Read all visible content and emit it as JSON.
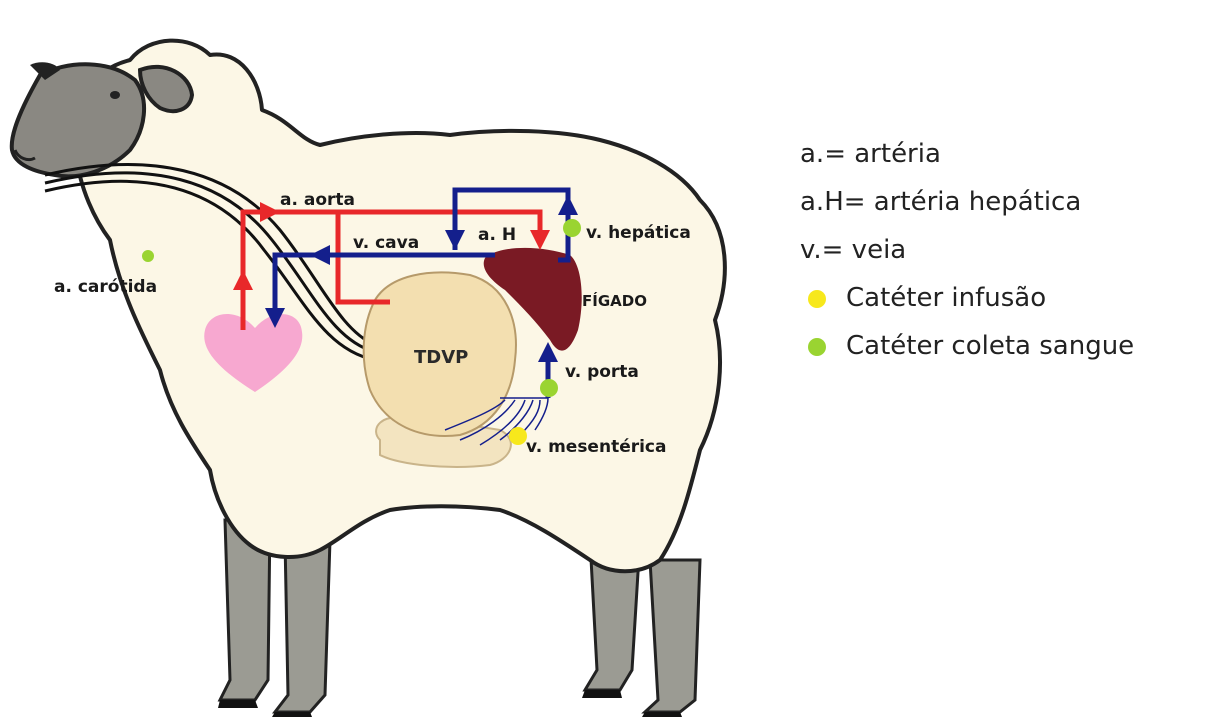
{
  "diagram": {
    "labels": {
      "aorta": "a. aorta",
      "cava": "v. cava",
      "aH": "a. H",
      "hepatica": "v. hepática",
      "carotida": "a. carótida",
      "figado": "FÍGADO",
      "tdvp": "TDVP",
      "porta": "v. porta",
      "mesenterica": "v. mesentérica"
    },
    "colors": {
      "artery": "#e8282a",
      "vein": "#141f8c",
      "liver": "#7a1a24",
      "heart": "#f7a8d0",
      "tdvp": "#f3dfb0",
      "infusion_dot": "#f7e81c",
      "collection_dot": "#9ad431"
    }
  },
  "legend": {
    "items": [
      {
        "text": "a.= artéria"
      },
      {
        "text": "a.H= artéria hepática"
      },
      {
        "text": "v.= veia"
      },
      {
        "text": "Catéter infusão",
        "marker": "yellow-dot"
      },
      {
        "text": "Catéter coleta sangue",
        "marker": "green-dot"
      }
    ]
  }
}
